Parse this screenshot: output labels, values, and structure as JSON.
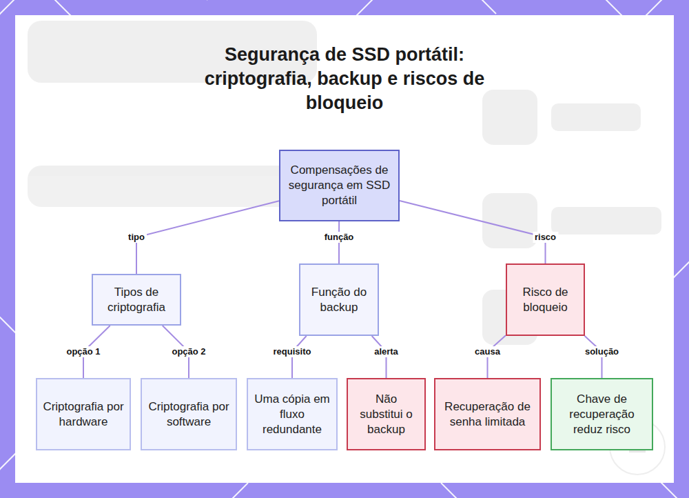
{
  "diagram": {
    "title": "Segurança de SSD portátil: criptografia, backup e riscos de bloqueio",
    "nodes": [
      {
        "text": [
          "Compensações de segurança em SSD portátil"
        ]
      },
      {
        "text": [
          "Tipos de criptografia"
        ]
      },
      {
        "text": [
          "Função do backup"
        ]
      },
      {
        "text": [
          "Risco de bloqueio"
        ]
      },
      {
        "text": [
          "Criptografia por hardware"
        ]
      },
      {
        "text": [
          "Criptografia por software"
        ]
      },
      {
        "text": [
          "Uma cópia em fluxo redundante"
        ]
      },
      {
        "text": [
          "Não substitui o backup"
        ]
      },
      {
        "text": [
          "Recuperação de senha limitada"
        ]
      },
      {
        "text": [
          "Chave de recuperação reduz risco"
        ]
      }
    ],
    "edges": [
      {
        "from": 0,
        "to": 1,
        "label": "tipo",
        "arrow": "none"
      },
      {
        "from": 0,
        "to": 2,
        "label": "função",
        "arrow": "none"
      },
      {
        "from": 0,
        "to": 3,
        "label": "risco",
        "arrow": "none"
      },
      {
        "from": 1,
        "to": 4,
        "label": "opção 1",
        "arrow": "none"
      },
      {
        "from": 1,
        "to": 5,
        "label": "opção 2",
        "arrow": "none"
      },
      {
        "from": 2,
        "to": 6,
        "label": "requisito",
        "arrow": "none"
      },
      {
        "from": 2,
        "to": 7,
        "label": "alerta",
        "arrow": "none"
      },
      {
        "from": 3,
        "to": 8,
        "label": "causa",
        "arrow": "none"
      },
      {
        "from": 3,
        "to": 9,
        "label": "solução",
        "arrow": "none"
      }
    ]
  }
}
